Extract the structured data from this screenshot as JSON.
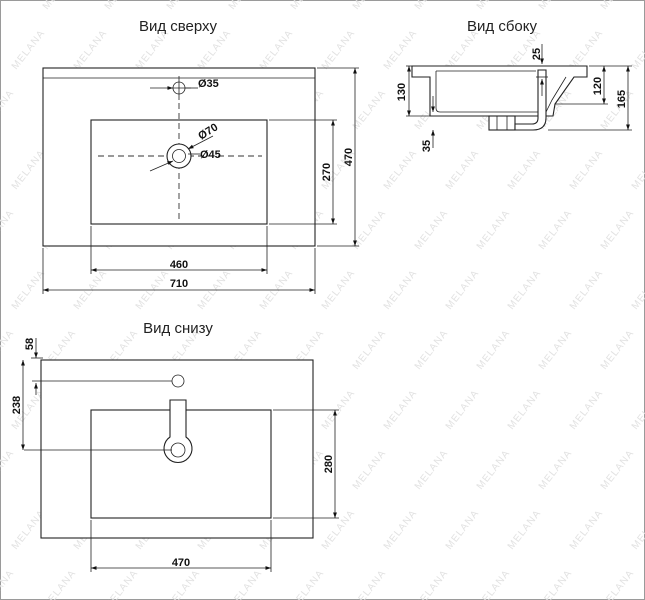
{
  "watermark": {
    "text": "MELANA"
  },
  "views": {
    "top": {
      "title": "Вид сверху",
      "dims": {
        "d_tap": "Ø35",
        "d_drain_outer": "Ø70",
        "d_drain_inner": "Ø45",
        "bowl_w": "460",
        "total_w": "710",
        "bowl_d": "270",
        "total_d": "470"
      }
    },
    "side": {
      "title": "Вид сбоку",
      "dims": {
        "d25": "25",
        "d120": "120",
        "d165": "165",
        "d130": "130",
        "d35": "35"
      }
    },
    "bottom": {
      "title": "Вид снизу",
      "dims": {
        "d58": "58",
        "d238": "238",
        "d280": "280",
        "d470": "470"
      }
    }
  }
}
